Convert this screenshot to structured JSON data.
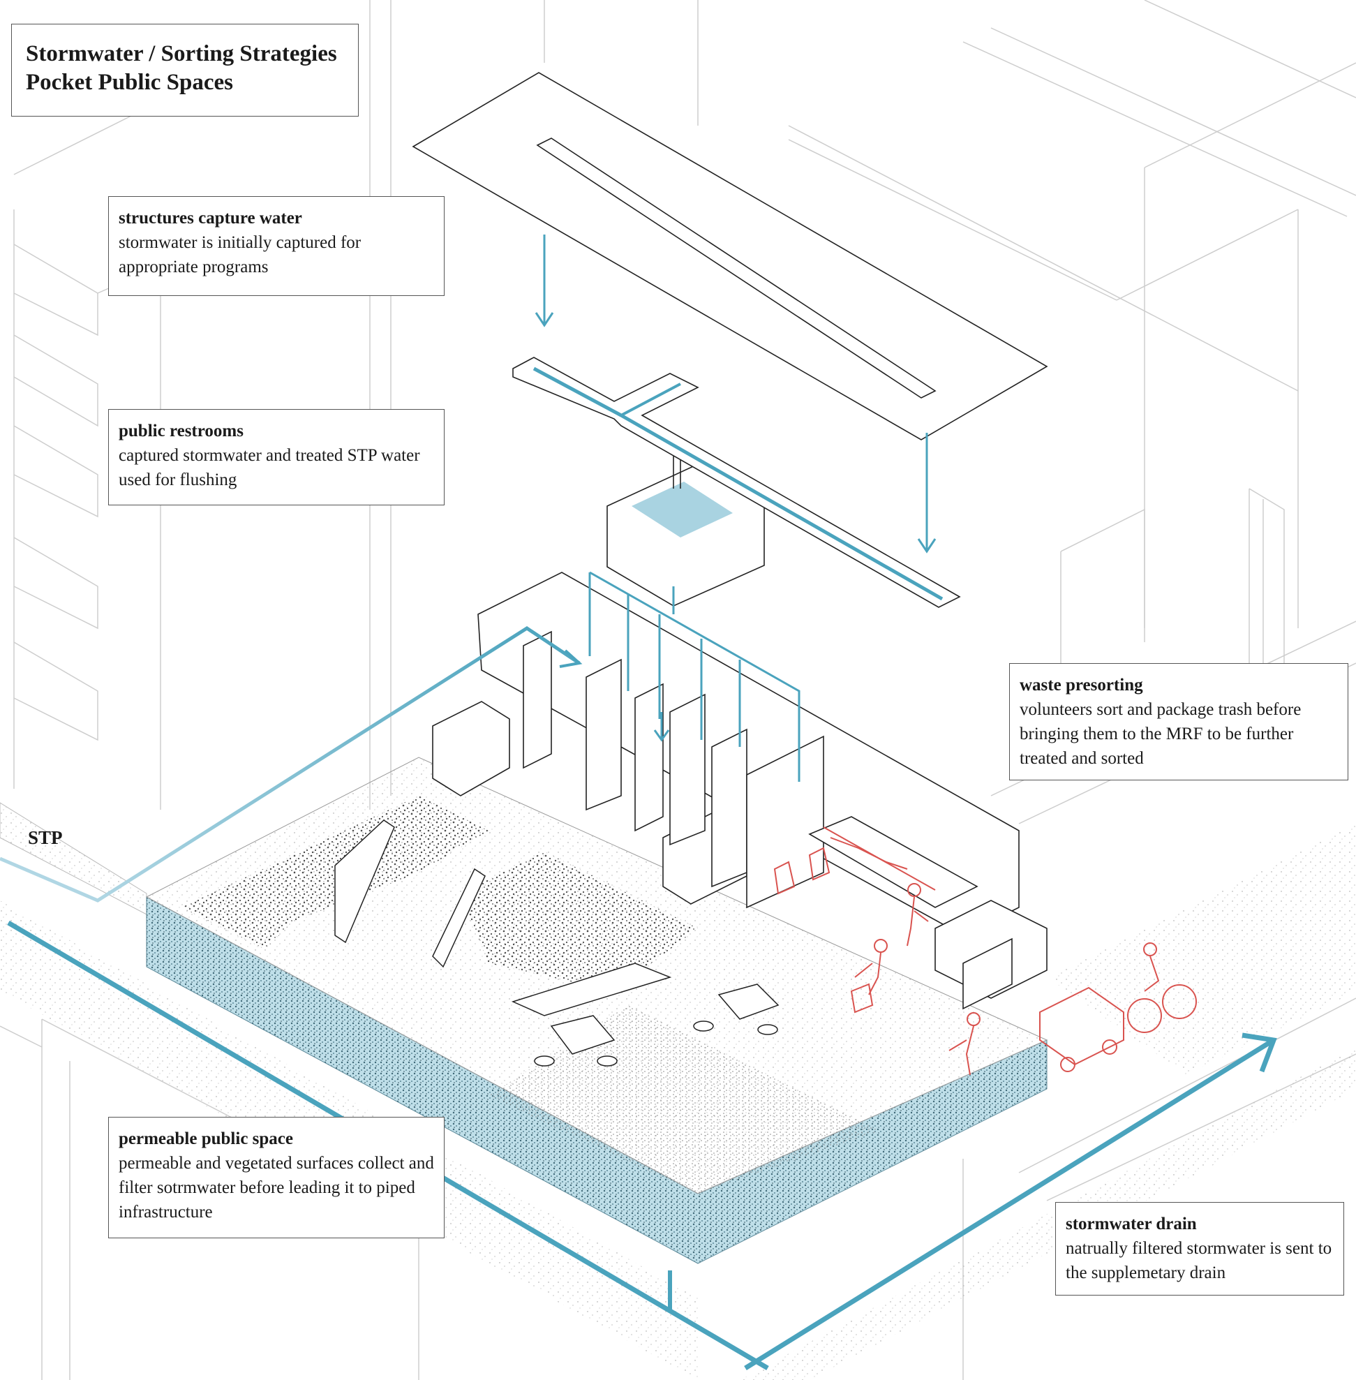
{
  "title": {
    "line1": "Stormwater / Sorting Strategies",
    "line2": "Pocket Public Spaces"
  },
  "labels": {
    "stp": "STP"
  },
  "callouts": {
    "structures": {
      "heading": "structures capture water",
      "body": "stormwater is initially captured for appropriate programs"
    },
    "restrooms": {
      "heading": "public restrooms",
      "body": "captured stormwater and treated STP water used for flushing"
    },
    "waste": {
      "heading": "waste presorting",
      "body": "volunteers sort and package trash before bringing them to the MRF to be further treated and sorted"
    },
    "permeable": {
      "heading": "permeable public space",
      "body": "permeable and vegetated surfaces collect and filter sotrmwater before leading it to piped infrastructure"
    },
    "drain": {
      "heading": "stormwater drain",
      "body": "natrually filtered stormwater is sent to the supplemetary drain"
    }
  },
  "colors": {
    "water": "#4aa3bd",
    "water_light": "#b9dbe7",
    "water_fill": "#a9d3e1",
    "red": "#d9534f",
    "line": "#1a1a1a",
    "ghost": "#c9c9c9",
    "soil": "#4f7f90"
  }
}
